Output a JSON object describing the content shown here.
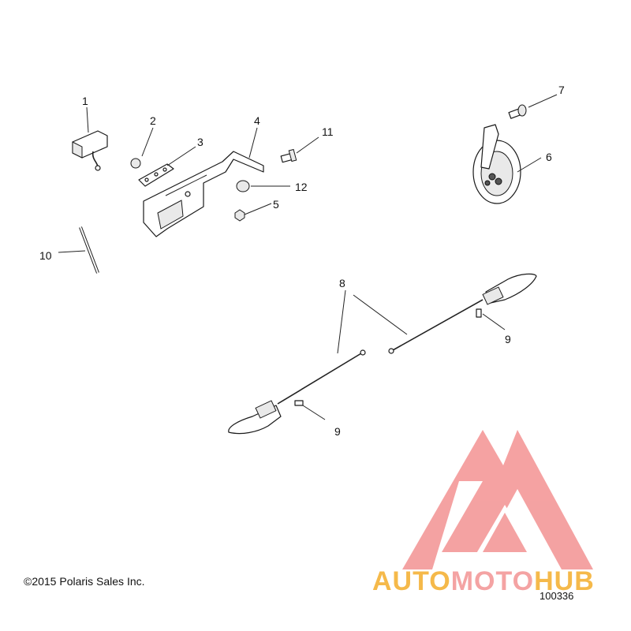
{
  "callouts": [
    "1",
    "2",
    "3",
    "4",
    "5",
    "6",
    "7",
    "8",
    "9",
    "9",
    "10",
    "11",
    "12"
  ],
  "footer": {
    "copyright": "©2015 Polaris Sales Inc.",
    "reference_number": "100336"
  },
  "watermark": {
    "part1": "AUTO",
    "part2": "MOTO",
    "part3": "HUB",
    "colors": {
      "auto": "#f5b94a",
      "moto": "#f4a3a3",
      "hub": "#f5b94a",
      "logo": "#f28b8b"
    }
  }
}
